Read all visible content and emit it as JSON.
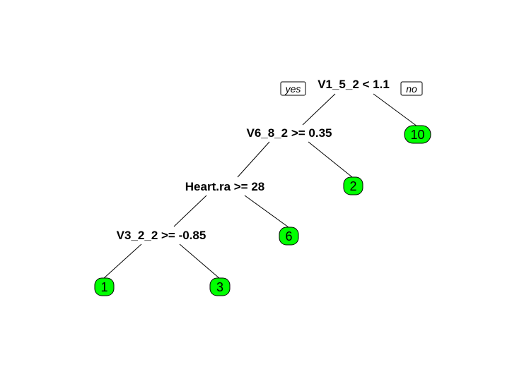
{
  "tree": {
    "branch_labels": {
      "yes": "yes",
      "no": "no"
    },
    "splits": [
      {
        "id": "root",
        "label": "V1_5_2 < 1.1"
      },
      {
        "id": "s2",
        "label": "V6_8_2 >= 0.35"
      },
      {
        "id": "s3",
        "label": "Heart.ra >= 28"
      },
      {
        "id": "s4",
        "label": "V3_2_2 >= -0.85"
      }
    ],
    "leaves": [
      {
        "id": "l10",
        "label": "10"
      },
      {
        "id": "l2",
        "label": "2"
      },
      {
        "id": "l6",
        "label": "6"
      },
      {
        "id": "l1",
        "label": "1"
      },
      {
        "id": "l3",
        "label": "3"
      }
    ]
  },
  "colors": {
    "leaf_fill": "#00ff00",
    "line": "#000000",
    "background": "#ffffff"
  }
}
